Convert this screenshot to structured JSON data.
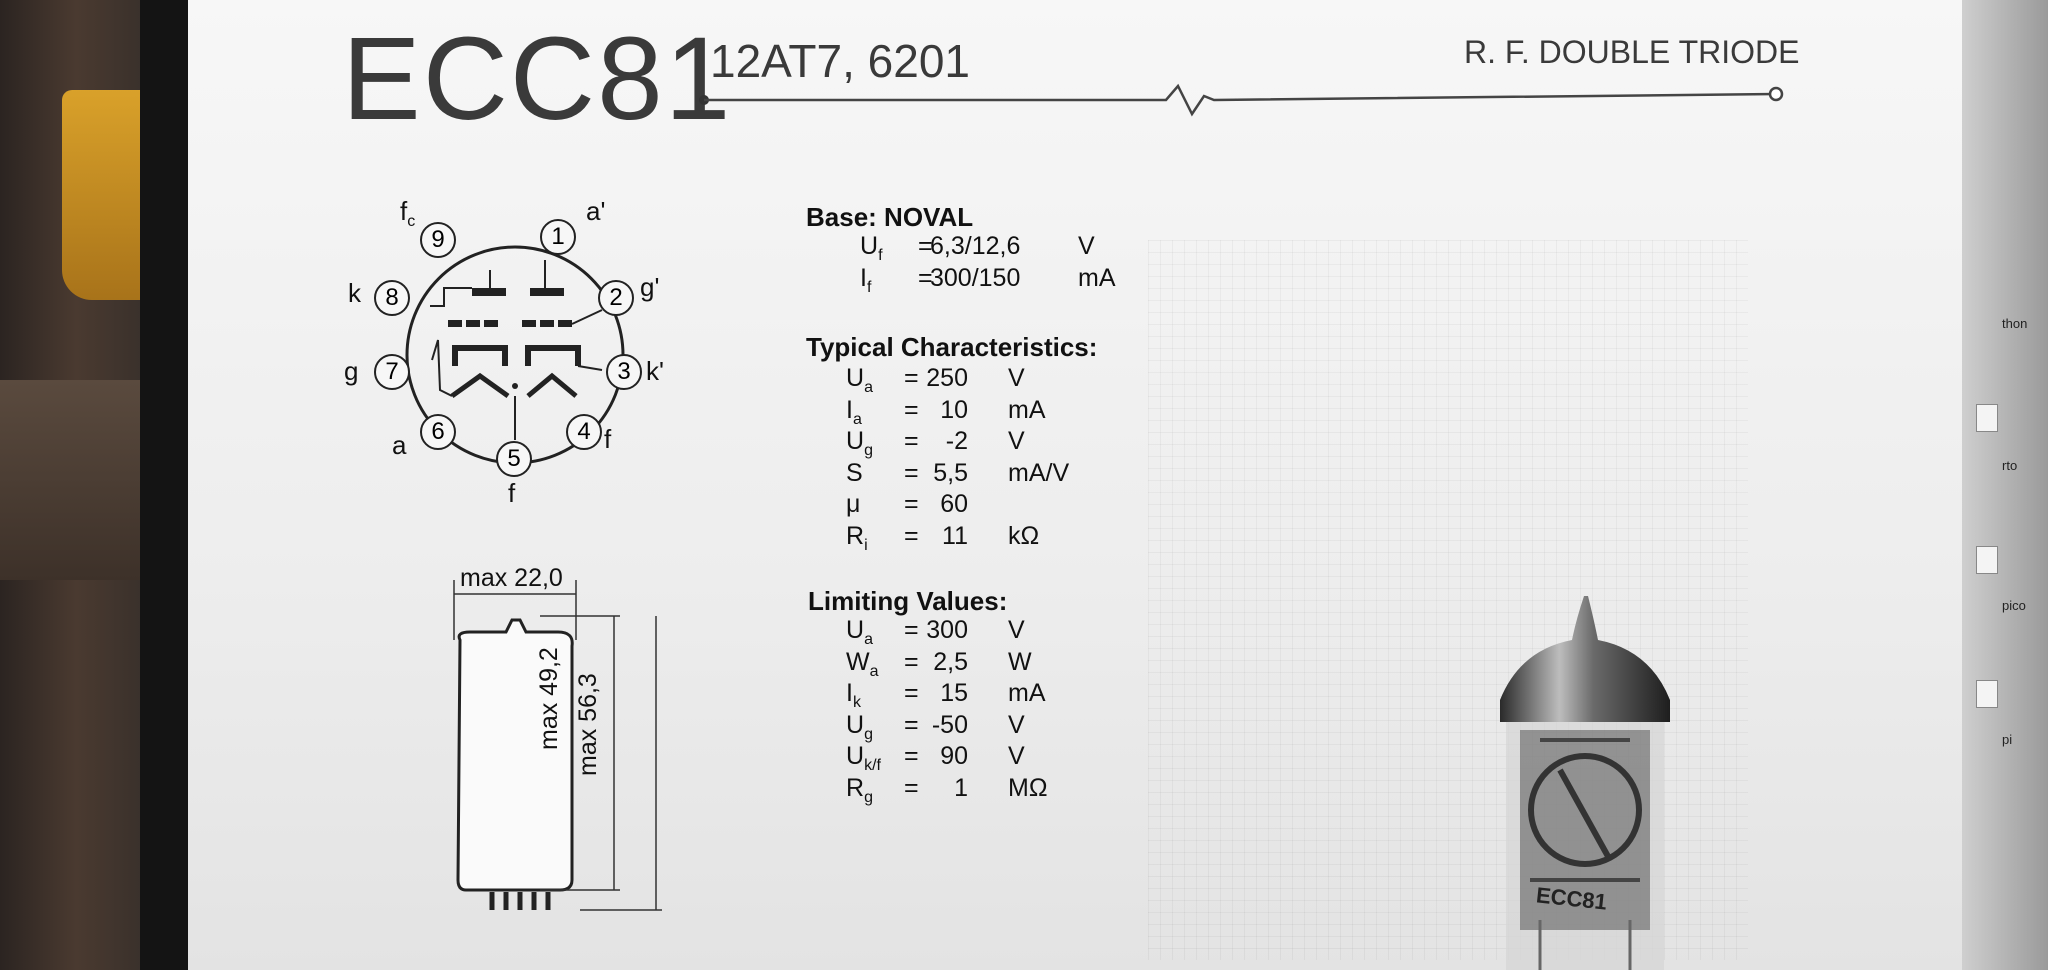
{
  "header": {
    "title": "ECC81",
    "subtitle": "12AT7, 6201",
    "type": "R. F. DOUBLE TRIODE"
  },
  "base": {
    "heading": "Base: NOVAL",
    "rows": [
      {
        "sym": "U",
        "sub": "f",
        "eq": "=",
        "val": "6,3/12,6",
        "unit": "V"
      },
      {
        "sym": "I",
        "sub": "f",
        "eq": "=",
        "val": "300/150",
        "unit": "mA"
      }
    ]
  },
  "typical": {
    "heading": "Typical Characteristics:",
    "rows": [
      {
        "sym": "U",
        "sub": "a",
        "eq": "=",
        "val": "250",
        "unit": "V"
      },
      {
        "sym": "I",
        "sub": "a",
        "eq": "=",
        "val": "10",
        "unit": "mA"
      },
      {
        "sym": "U",
        "sub": "g",
        "eq": "=",
        "val": "-2",
        "unit": "V"
      },
      {
        "sym": "S",
        "sub": "",
        "eq": "=",
        "val": "5,5",
        "unit": "mA/V"
      },
      {
        "sym": "μ",
        "sub": "",
        "eq": "=",
        "val": "60",
        "unit": ""
      },
      {
        "sym": "R",
        "sub": "i",
        "eq": "=",
        "val": "11",
        "unit": "kΩ"
      }
    ]
  },
  "limiting": {
    "heading": "Limiting Values:",
    "rows": [
      {
        "sym": "U",
        "sub": "a",
        "eq": "=",
        "val": "300",
        "unit": "V"
      },
      {
        "sym": "W",
        "sub": "a",
        "eq": "=",
        "val": "2,5",
        "unit": "W"
      },
      {
        "sym": "I",
        "sub": "k",
        "eq": "=",
        "val": "15",
        "unit": "mA"
      },
      {
        "sym": "U",
        "sub": "g",
        "eq": "=",
        "val": "-50",
        "unit": "V"
      },
      {
        "sym": "U",
        "sub": "k/f",
        "eq": "=",
        "val": "90",
        "unit": "V"
      },
      {
        "sym": "R",
        "sub": "g",
        "eq": "=",
        "val": "1",
        "unit": "MΩ"
      }
    ]
  },
  "pinout": {
    "pins": [
      "1",
      "2",
      "3",
      "4",
      "5",
      "6",
      "7",
      "8",
      "9"
    ],
    "labels": {
      "p1": "a'",
      "p2": "g'",
      "p3": "k'",
      "p4": "f",
      "p5": "f",
      "p6": "a",
      "p7": "g",
      "p8": "k",
      "p9": "f",
      "p9sub": "c"
    }
  },
  "dimensions": {
    "width": "max 22,0",
    "height_body": "max 49,2",
    "height_total": "max 56,3"
  },
  "tube_image": {
    "label": "ECC81"
  },
  "screen_edge": {
    "labels": [
      "thon",
      "rto",
      "pico",
      "pi"
    ]
  }
}
